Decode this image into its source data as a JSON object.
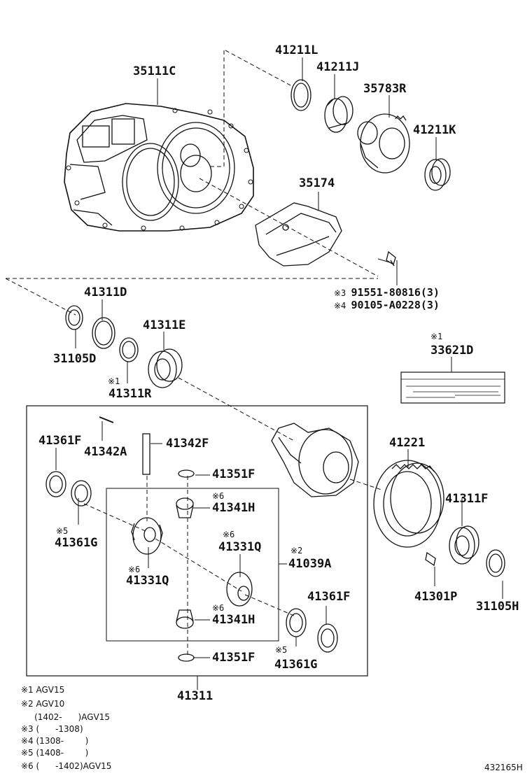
{
  "parts": {
    "p35111c": "35111C",
    "p41211l": "41211L",
    "p41211j": "41211J",
    "p35783r": "35783R",
    "p41211k": "41211K",
    "p35174": "35174",
    "p41311d": "41311D",
    "p41311e": "41311E",
    "p31105d": "31105D",
    "p41311r": "41311R",
    "p33621d": "33621D",
    "p41361f_left": "41361F",
    "p41342a": "41342A",
    "p41342f": "41342F",
    "p41351f_top": "41351F",
    "p41341h_top": "41341H",
    "p41361g_left": "41361G",
    "p41331q_right": "41331Q",
    "p41039a": "41039A",
    "p41331q_left": "41331Q",
    "p41341h_bottom": "41341H",
    "p41361f_right": "41361F",
    "p41361g_right": "41361G",
    "p41351f_bottom": "41351F",
    "p41311": "41311",
    "p41221": "41221",
    "p41311f": "41311F",
    "p41301p": "41301P",
    "p31105h": "31105H"
  },
  "bolts": {
    "line1": "91551-80816(3)",
    "line2": "90105-A0228(3)"
  },
  "markers": {
    "m1": "※1",
    "m2": "※2",
    "m3": "※3",
    "m4": "※4",
    "m5": "※5",
    "m6": "※6"
  },
  "footnotes": [
    "※1 AGV15",
    "※2 AGV10",
    "     (1402-      )AGV15",
    "※3 (      -1308)",
    "※4 (1308-        )",
    "※5 (1408-        )",
    "※6 (      -1402)AGV15"
  ],
  "reference_code": "432165H"
}
